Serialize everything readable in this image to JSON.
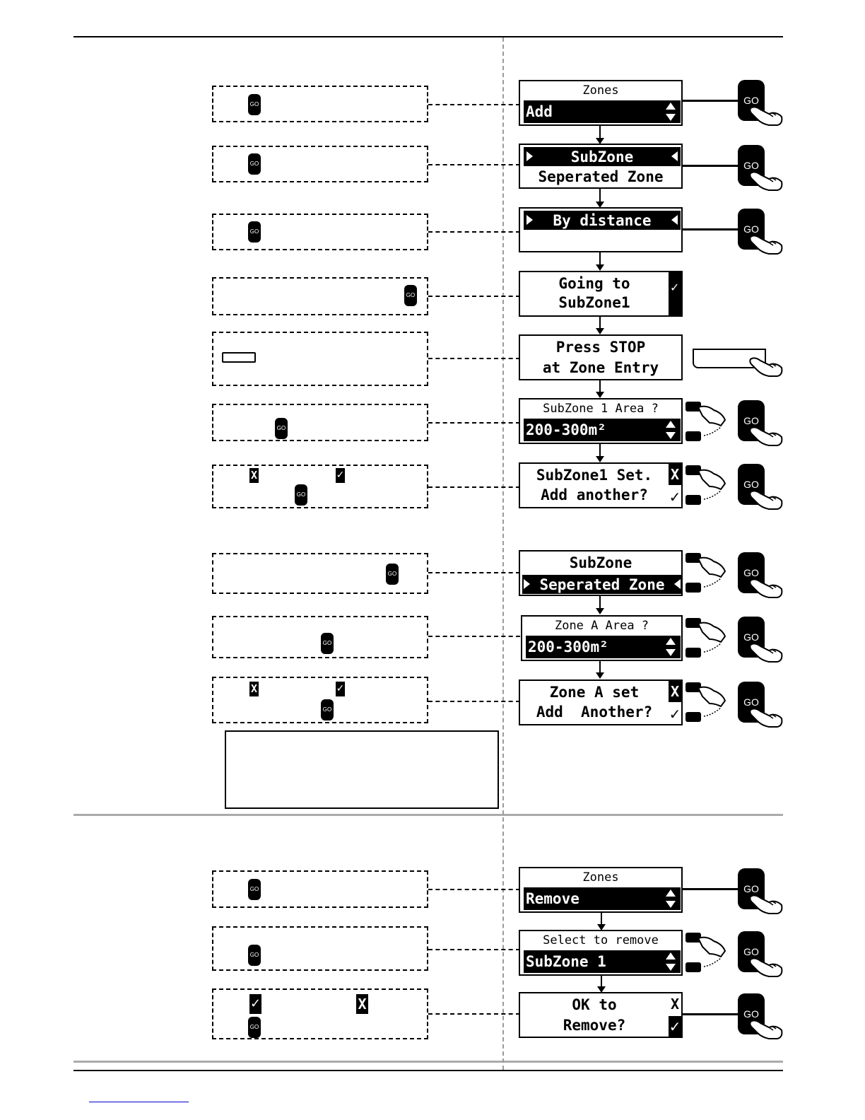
{
  "go_label": "GO",
  "add_section": {
    "screens": [
      {
        "title": "Zones",
        "bar": "Add"
      },
      {
        "bar": "SubZone",
        "line2": "Seperated Zone"
      },
      {
        "bar": "By distance"
      },
      {
        "line1": "Going to",
        "line2": "SubZone1",
        "mark": "✓"
      },
      {
        "line1": "Press STOP",
        "line2": "at Zone Entry"
      },
      {
        "title": "SubZone 1 Area ?",
        "bar": "200-300m²"
      },
      {
        "line1": "SubZone1 Set.",
        "line2": "Add another?",
        "mark_x": "X",
        "mark_t": "✓"
      },
      {
        "line1": "SubZone",
        "bar": "Seperated Zone"
      },
      {
        "title": "Zone A Area ?",
        "bar": "200-300m²"
      },
      {
        "line1": "Zone A set",
        "line2": "Add  Another?",
        "mark_x": "X",
        "mark_t": "✓"
      }
    ],
    "step_marks": {
      "x": "X",
      "tick": "✓"
    }
  },
  "remove_section": {
    "screens": [
      {
        "title": "Zones",
        "bar": "Remove"
      },
      {
        "title": "Select to remove",
        "bar": "SubZone 1"
      },
      {
        "line1": "OK to",
        "line2": "Remove?",
        "mark_x": "X",
        "mark_t": "✓"
      }
    ],
    "step_marks": {
      "x": "X",
      "tick": "✓"
    }
  }
}
